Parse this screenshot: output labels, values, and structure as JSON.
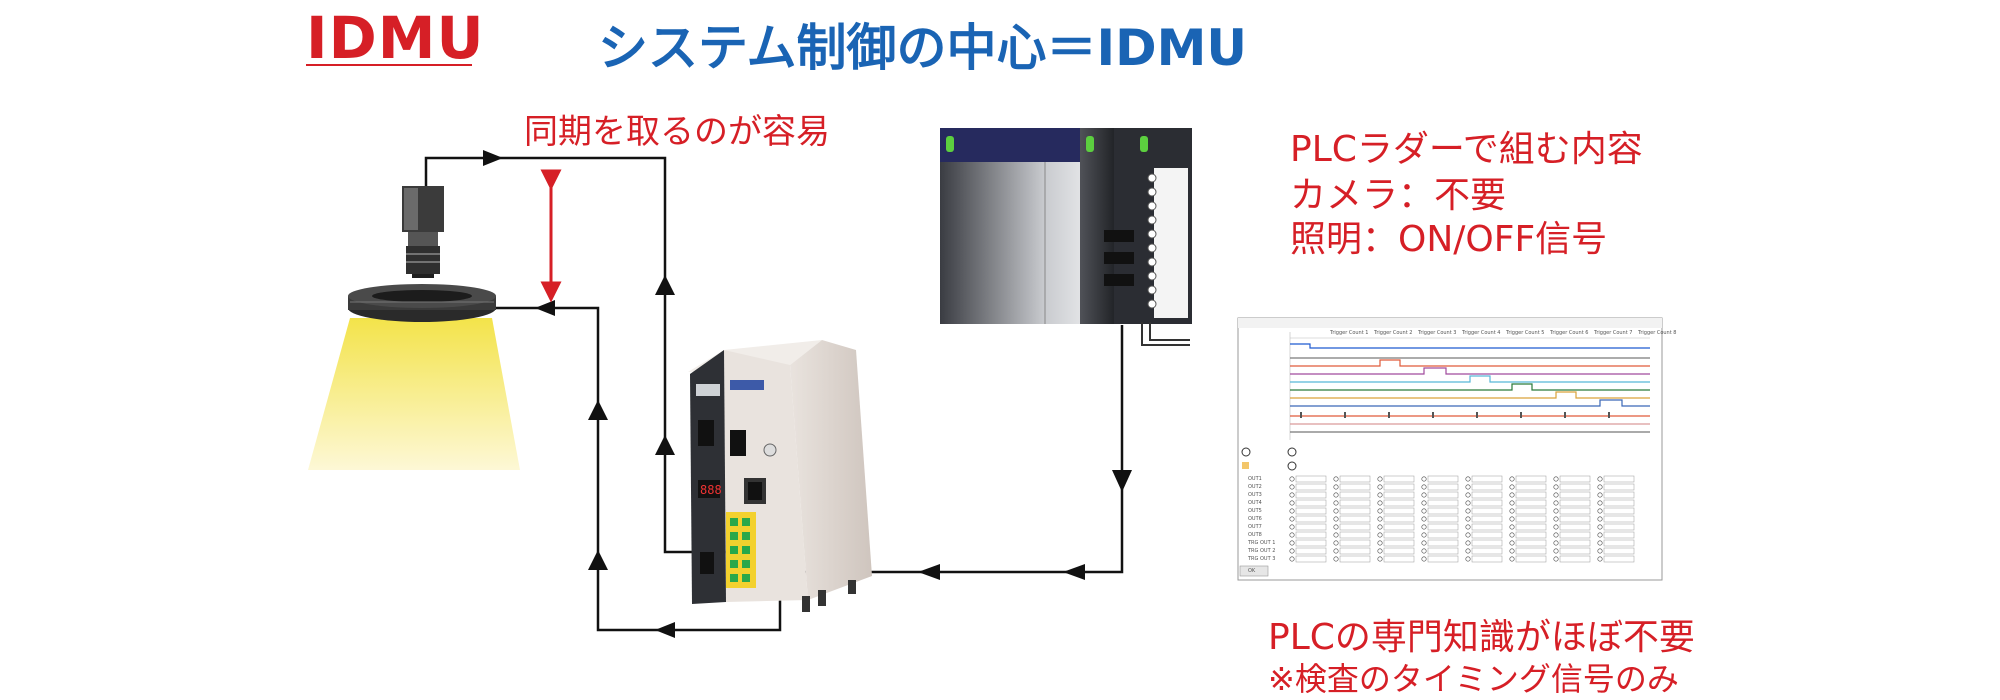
{
  "header": {
    "logo_text": "IDMU",
    "title": "システム制御の中心＝IDMU"
  },
  "annotations": {
    "sync_label": "同期を取るのが容易",
    "plc_lines": [
      "PLCラダーで組む内容",
      "カメラ：不要",
      "照明：ON/OFF信号"
    ],
    "conclusion": "PLCの専門知識がほぼ不要",
    "footnote": "※検査のタイミング信号のみ"
  },
  "colors": {
    "accent_red": "#d61f26",
    "title_blue": "#1a64b4",
    "light_yellow": "#f7ec7a",
    "plc_dark": "#2b2d33",
    "plc_header": "#262a5e",
    "device_body": "#d7cfc9",
    "line": "#111111"
  },
  "icons": {
    "camera": "camera-icon",
    "light": "ring-light-icon",
    "plc": "plc-unit-icon",
    "controller": "idmu-controller-icon",
    "software": "software-window-icon"
  },
  "software": {
    "triggers": [
      "Trigger Count 1",
      "Trigger Count 2",
      "Trigger Count 3",
      "Trigger Count 4",
      "Trigger Count 5",
      "Trigger Count 6",
      "Trigger Count 7",
      "Trigger Count 8"
    ],
    "rows": [
      "OUT1",
      "OUT2",
      "OUT3",
      "OUT4",
      "OUT5",
      "OUT6",
      "OUT7",
      "OUT8",
      "TRG OUT 1",
      "TRG OUT 2",
      "TRG OUT 3"
    ],
    "ok_label": "OK"
  }
}
